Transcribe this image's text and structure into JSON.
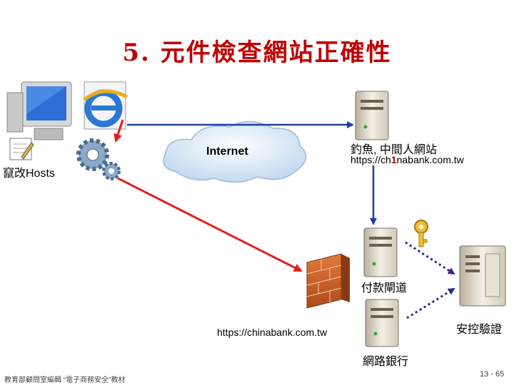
{
  "title": "5. 元件檢查網站正確性",
  "labels": {
    "hosts": "竄改Hosts",
    "internet": "Internet",
    "phishing": "釣魚, 中間人網站",
    "phishing_url_prefix": "https://ch",
    "phishing_url_highlight": "1",
    "phishing_url_suffix": "nabank.com.tw",
    "gateway": "付款閘道",
    "real_url": "https://chinabank.com.tw",
    "bank": "網路銀行",
    "ca": "安控驗證"
  },
  "footer": "教育部顧問室編輯 “電子商務安全”教材",
  "page_number": "13 - 65",
  "colors": {
    "title": "#c00000",
    "blue_arrow": "#1f3fa0",
    "red_arrow": "#e02020",
    "dotted_arrow": "#2a2a8a"
  }
}
